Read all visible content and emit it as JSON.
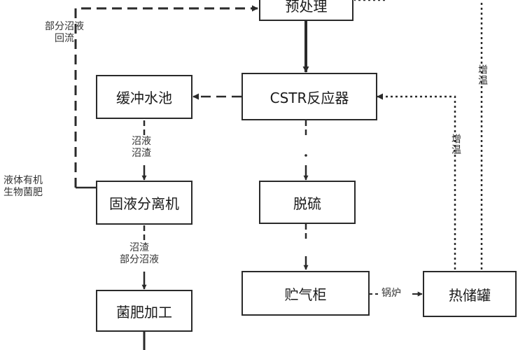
{
  "nodes": {
    "pretreatment": "预处理",
    "cstr": "CSTR反应器",
    "buffer_pool": "缓冲水池",
    "separator": "固液分离机",
    "fertilizer_processing": "菌肥加工",
    "desulfurization": "脱硫",
    "gas_holder": "贮气柜",
    "heat_storage_tank": "热储罐"
  },
  "edge_labels": {
    "reflux": [
      "部分沼液",
      "回流"
    ],
    "buffer_to_separator": [
      "沼液",
      "沼渣"
    ],
    "separator_to_processing": [
      "沼渣",
      "部分沼液"
    ],
    "liquid_fertilizer": [
      "液体有机",
      "生物菌肥"
    ],
    "boiler": "锅炉",
    "heating_inner": "增温",
    "heating_outer": "增温"
  },
  "colors": {
    "line": "#2a2a2a",
    "box_border": "#2a2a2a",
    "background": "#ffffff"
  }
}
